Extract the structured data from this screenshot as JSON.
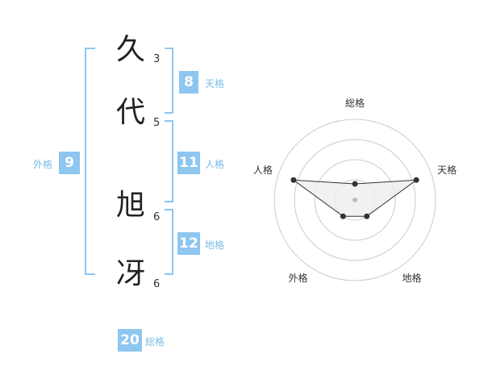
{
  "characters": [
    {
      "char": "久",
      "strokes": "3"
    },
    {
      "char": "代",
      "strokes": "5"
    },
    {
      "char": "旭",
      "strokes": "6"
    },
    {
      "char": "冴",
      "strokes": "6"
    }
  ],
  "kaku": {
    "ten": {
      "value": "8",
      "label": "天格"
    },
    "jin": {
      "value": "11",
      "label": "人格"
    },
    "chi": {
      "value": "12",
      "label": "地格"
    },
    "gai": {
      "value": "9",
      "label": "外格"
    },
    "sou": {
      "value": "20",
      "label": "総格"
    }
  },
  "colors": {
    "accent": "#8ec6ef",
    "bracket": "#8ec6ef",
    "label": "#7dbbe7",
    "radar_line": "#333333",
    "radar_fill": "#eeeeee",
    "ring": "#cccccc"
  },
  "radar": {
    "axes": [
      "総格",
      "天格",
      "地格",
      "外格",
      "人格"
    ],
    "values": [
      0.2,
      0.8,
      0.25,
      0.25,
      0.8
    ],
    "rings": 4
  }
}
